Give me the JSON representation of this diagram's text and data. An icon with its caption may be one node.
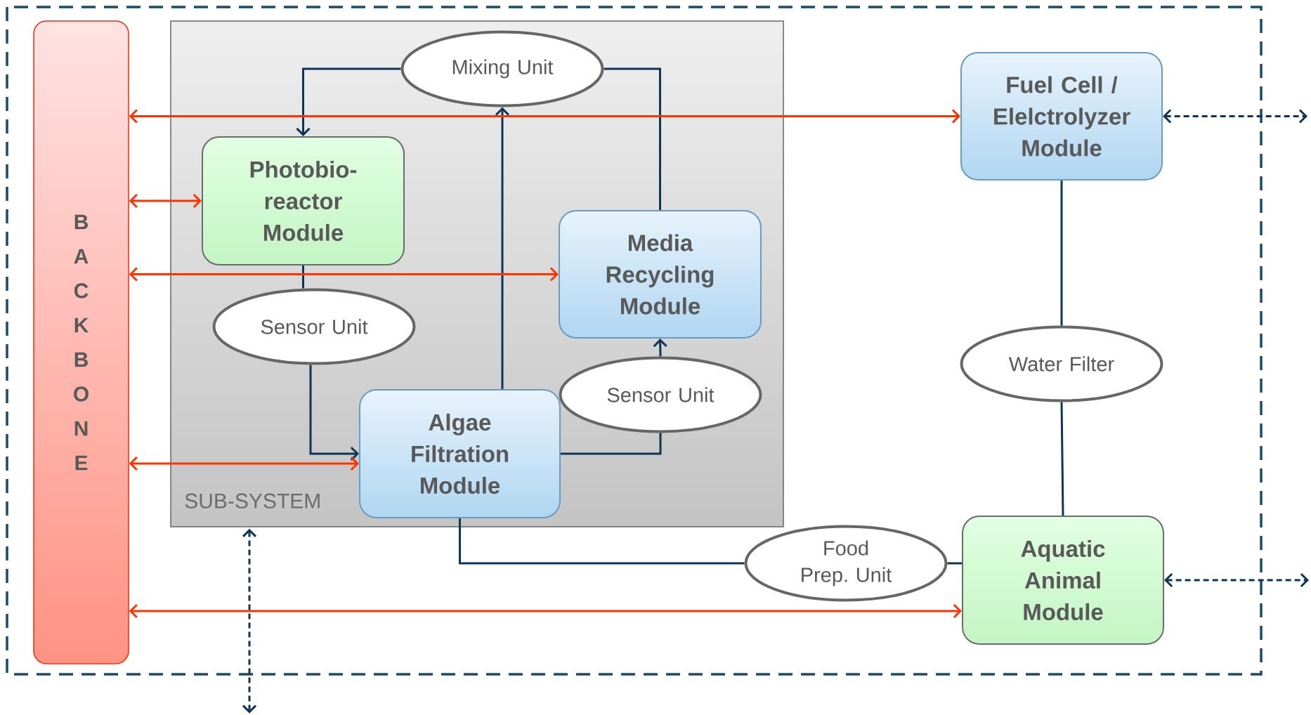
{
  "diagram": {
    "nodes": [
      {
        "text": [
          "B A C K B O N E"
        ]
      },
      {
        "text": [
          "SUB-SYSTEM"
        ]
      },
      {
        "text": [
          "Mixing Unit"
        ],
        "in": 1
      },
      {
        "text": [
          "Photobio- reactor Module"
        ],
        "in": 1
      },
      {
        "text": [
          "Media Recycling Module"
        ],
        "in": 1
      },
      {
        "text": [
          "Sensor Unit"
        ],
        "in": 1
      },
      {
        "text": [
          "Sensor Unit"
        ],
        "in": 1
      },
      {
        "text": [
          "Algae Filtration Module"
        ],
        "in": 1
      },
      {
        "text": [
          "Fuel Cell / Elelctrolyzer Module"
        ]
      },
      {
        "text": [
          "Water Filter"
        ]
      },
      {
        "text": [
          "Food Prep. Unit"
        ]
      },
      {
        "text": [
          "Aquatic Animal Module"
        ]
      }
    ],
    "edges": [
      {
        "from": 2,
        "to": 3,
        "arrow": "to"
      },
      {
        "from": 7,
        "to": 2,
        "arrow": "to"
      },
      {
        "from": 4,
        "to": 2,
        "arrow": "none"
      },
      {
        "from": 3,
        "to": 5,
        "arrow": "none"
      },
      {
        "from": 5,
        "to": 7,
        "arrow": "to"
      },
      {
        "from": 7,
        "to": 6,
        "arrow": "none"
      },
      {
        "from": 6,
        "to": 4,
        "arrow": "to"
      },
      {
        "from": 7,
        "to": 10,
        "arrow": "none"
      },
      {
        "from": 10,
        "to": 11,
        "arrow": "none"
      },
      {
        "from": 8,
        "to": 9,
        "arrow": "none"
      },
      {
        "from": 9,
        "to": 11,
        "arrow": "none"
      },
      {
        "from": 0,
        "to": 8,
        "arrow": "both",
        "color": "#ff3300"
      },
      {
        "from": 0,
        "to": 3,
        "arrow": "both",
        "color": "#ff3300"
      },
      {
        "from": 0,
        "to": 4,
        "arrow": "both",
        "color": "#ff3300"
      },
      {
        "from": 0,
        "to": 7,
        "arrow": "both",
        "color": "#ff3300"
      },
      {
        "from": 0,
        "to": 11,
        "arrow": "both",
        "color": "#ff3300"
      },
      {
        "from": 8,
        "to": null,
        "arrow": "both",
        "style": "dashed"
      },
      {
        "from": 11,
        "to": null,
        "arrow": "both",
        "style": "dashed"
      },
      {
        "from": 1,
        "to": null,
        "arrow": "both",
        "style": "dashed"
      }
    ]
  }
}
